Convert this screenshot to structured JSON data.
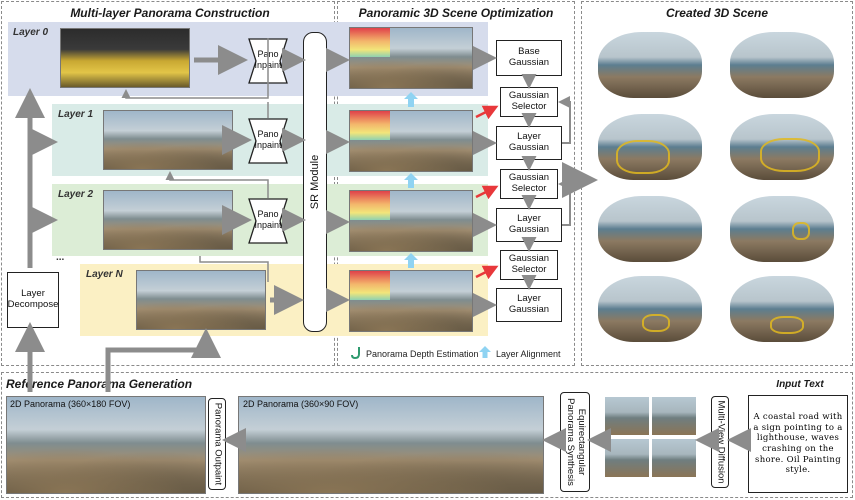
{
  "panels": {
    "construction_title": "Multi-layer Panorama Construction",
    "optimization_title": "Panoramic 3D Scene Optimization",
    "created_title": "Created 3D Scene",
    "reference_title": "Reference Panorama Generation",
    "input_title": "Input Text"
  },
  "layers": {
    "layer0": "Layer 0",
    "layer1": "Layer 1",
    "layer2": "Layer 2",
    "layern": "Layer N",
    "ellipsis": "..."
  },
  "blocks": {
    "pano_inpaint_1": "Pano",
    "pano_inpaint_2": "Inpaint",
    "sr_module": "SR Module",
    "layer_decompose_1": "Layer",
    "layer_decompose_2": "Decompose",
    "base_gaussian_1": "Base",
    "base_gaussian_2": "Gaussian",
    "layer_gaussian_1": "Layer",
    "layer_gaussian_2": "Gaussian",
    "gaussian_selector_1": "Gaussian",
    "gaussian_selector_2": "Selector",
    "panorama_outpaint": "Panorama Outpaint",
    "equirect_1": "Equirectangular",
    "equirect_2": "Panorama Synthesis",
    "multiview_diffusion": "Multi-View Diffusion"
  },
  "legend": {
    "depth": "Panorama Depth Estimation",
    "alignment": "Layer Alignment"
  },
  "captions": {
    "pano_360x180": "2D Panorama (360×180 FOV)",
    "pano_360x90": "2D Panorama (360×90 FOV)"
  },
  "input_text": "A coastal road with a sign pointing to a lighthouse, waves crashing on the shore. Oil Painting style.",
  "colors": {
    "layer0_band": "#d6dcec",
    "layer1_band": "#d9ebe7",
    "layer2_band": "#dcedd6",
    "layern_band": "#fbf0c4",
    "flow_arrow": "#8c8c8c",
    "selector_arrow": "#e8383b",
    "alignment_arrow": "#8fd3f2",
    "depth_icon": "#2e9a6e"
  },
  "icons": [
    "depth-estimation-icon",
    "alignment-arrow-icon"
  ]
}
